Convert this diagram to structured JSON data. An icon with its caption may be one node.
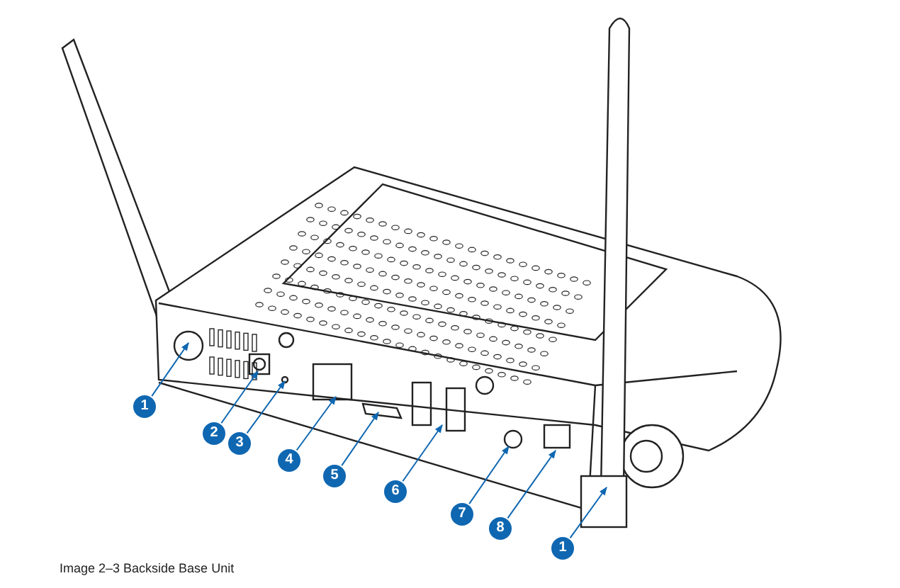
{
  "diagram": {
    "caption": "Image 2–3  Backside Base Unit",
    "nodes": [
      {
        "text": [
          "1"
        ]
      },
      {
        "text": [
          "2"
        ]
      },
      {
        "text": [
          "3"
        ]
      },
      {
        "text": [
          "4"
        ]
      },
      {
        "text": [
          "5"
        ]
      },
      {
        "text": [
          "6"
        ]
      },
      {
        "text": [
          "7"
        ]
      },
      {
        "text": [
          "8"
        ]
      },
      {
        "text": [
          "1"
        ]
      }
    ],
    "edges": [
      {
        "from": 0,
        "to": null,
        "arrow": "to"
      },
      {
        "from": 1,
        "to": null,
        "arrow": "to"
      },
      {
        "from": 2,
        "to": null,
        "arrow": "to"
      },
      {
        "from": 3,
        "to": null,
        "arrow": "to"
      },
      {
        "from": 4,
        "to": null,
        "arrow": "to"
      },
      {
        "from": 5,
        "to": null,
        "arrow": "to"
      },
      {
        "from": 6,
        "to": null,
        "arrow": "to"
      },
      {
        "from": 7,
        "to": null,
        "arrow": "to"
      },
      {
        "from": 8,
        "to": null,
        "arrow": "to"
      }
    ]
  }
}
